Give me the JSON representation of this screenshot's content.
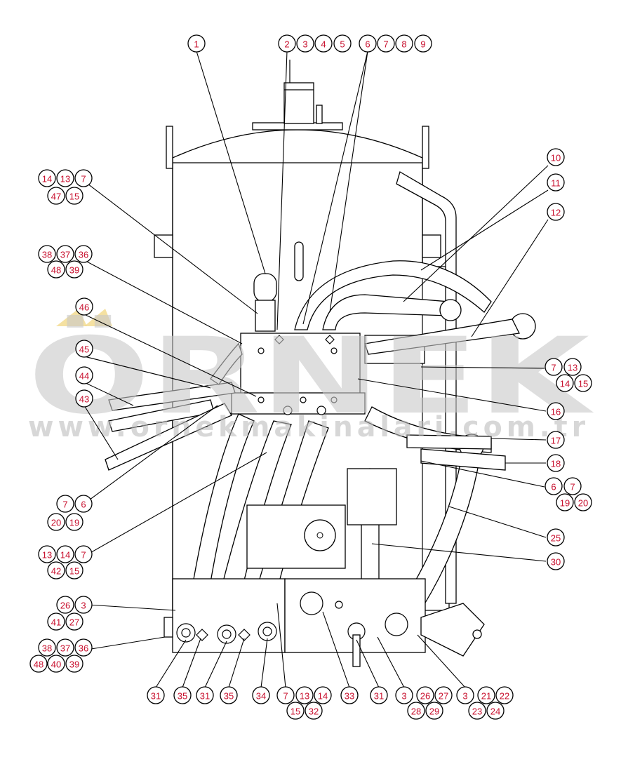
{
  "watermark": {
    "brand": "ÖRNEK",
    "url": "www.ornekmakinalari.com.tr"
  },
  "callout_style": {
    "text_color": "#c8102e",
    "circle_stroke": "#000000"
  },
  "callouts": [
    {
      "id": "c1",
      "label": "1"
    },
    {
      "id": "c2",
      "label": "2"
    },
    {
      "id": "c3",
      "label": "3"
    },
    {
      "id": "c4",
      "label": "4"
    },
    {
      "id": "c5",
      "label": "5"
    },
    {
      "id": "c6",
      "label": "6"
    },
    {
      "id": "c7",
      "label": "7"
    },
    {
      "id": "c8",
      "label": "8"
    },
    {
      "id": "c9",
      "label": "9"
    },
    {
      "id": "c10",
      "label": "10"
    },
    {
      "id": "c11",
      "label": "11"
    },
    {
      "id": "c12",
      "label": "12"
    },
    {
      "id": "c14a",
      "label": "14"
    },
    {
      "id": "c13a",
      "label": "13"
    },
    {
      "id": "c7a",
      "label": "7"
    },
    {
      "id": "c47a",
      "label": "47"
    },
    {
      "id": "c15a",
      "label": "15"
    },
    {
      "id": "c38a",
      "label": "38"
    },
    {
      "id": "c37a",
      "label": "37"
    },
    {
      "id": "c36a",
      "label": "36"
    },
    {
      "id": "c48a",
      "label": "48"
    },
    {
      "id": "c39a",
      "label": "39"
    },
    {
      "id": "c46",
      "label": "46"
    },
    {
      "id": "c45",
      "label": "45"
    },
    {
      "id": "c44",
      "label": "44"
    },
    {
      "id": "c43",
      "label": "43"
    },
    {
      "id": "c7b",
      "label": "7"
    },
    {
      "id": "c13b",
      "label": "13"
    },
    {
      "id": "c14b",
      "label": "14"
    },
    {
      "id": "c15b",
      "label": "15"
    },
    {
      "id": "c16",
      "label": "16"
    },
    {
      "id": "c17",
      "label": "17"
    },
    {
      "id": "c18",
      "label": "18"
    },
    {
      "id": "c6c",
      "label": "6"
    },
    {
      "id": "c7c",
      "label": "7"
    },
    {
      "id": "c19c",
      "label": "19"
    },
    {
      "id": "c20c",
      "label": "20"
    },
    {
      "id": "c25",
      "label": "25"
    },
    {
      "id": "c30",
      "label": "30"
    },
    {
      "id": "c7d",
      "label": "7"
    },
    {
      "id": "c6d",
      "label": "6"
    },
    {
      "id": "c20d",
      "label": "20"
    },
    {
      "id": "c19d",
      "label": "19"
    },
    {
      "id": "c13e",
      "label": "13"
    },
    {
      "id": "c14e",
      "label": "14"
    },
    {
      "id": "c7e",
      "label": "7"
    },
    {
      "id": "c42e",
      "label": "42"
    },
    {
      "id": "c15e",
      "label": "15"
    },
    {
      "id": "c26f",
      "label": "26"
    },
    {
      "id": "c3f",
      "label": "3"
    },
    {
      "id": "c41f",
      "label": "41"
    },
    {
      "id": "c27f",
      "label": "27"
    },
    {
      "id": "c38g",
      "label": "38"
    },
    {
      "id": "c37g",
      "label": "37"
    },
    {
      "id": "c36g",
      "label": "36"
    },
    {
      "id": "c48g",
      "label": "48"
    },
    {
      "id": "c40g",
      "label": "40"
    },
    {
      "id": "c39g",
      "label": "39"
    },
    {
      "id": "c31a",
      "label": "31"
    },
    {
      "id": "c35a",
      "label": "35"
    },
    {
      "id": "c31b",
      "label": "31"
    },
    {
      "id": "c35b",
      "label": "35"
    },
    {
      "id": "c34",
      "label": "34"
    },
    {
      "id": "c7h",
      "label": "7"
    },
    {
      "id": "c13h",
      "label": "13"
    },
    {
      "id": "c14h",
      "label": "14"
    },
    {
      "id": "c15h",
      "label": "15"
    },
    {
      "id": "c32h",
      "label": "32"
    },
    {
      "id": "c33",
      "label": "33"
    },
    {
      "id": "c31c",
      "label": "31"
    },
    {
      "id": "c3i",
      "label": "3"
    },
    {
      "id": "c26i",
      "label": "26"
    },
    {
      "id": "c27i",
      "label": "27"
    },
    {
      "id": "c28i",
      "label": "28"
    },
    {
      "id": "c29i",
      "label": "29"
    },
    {
      "id": "c3j",
      "label": "3"
    },
    {
      "id": "c21j",
      "label": "21"
    },
    {
      "id": "c22j",
      "label": "22"
    },
    {
      "id": "c23j",
      "label": "23"
    },
    {
      "id": "c24j",
      "label": "24"
    }
  ]
}
